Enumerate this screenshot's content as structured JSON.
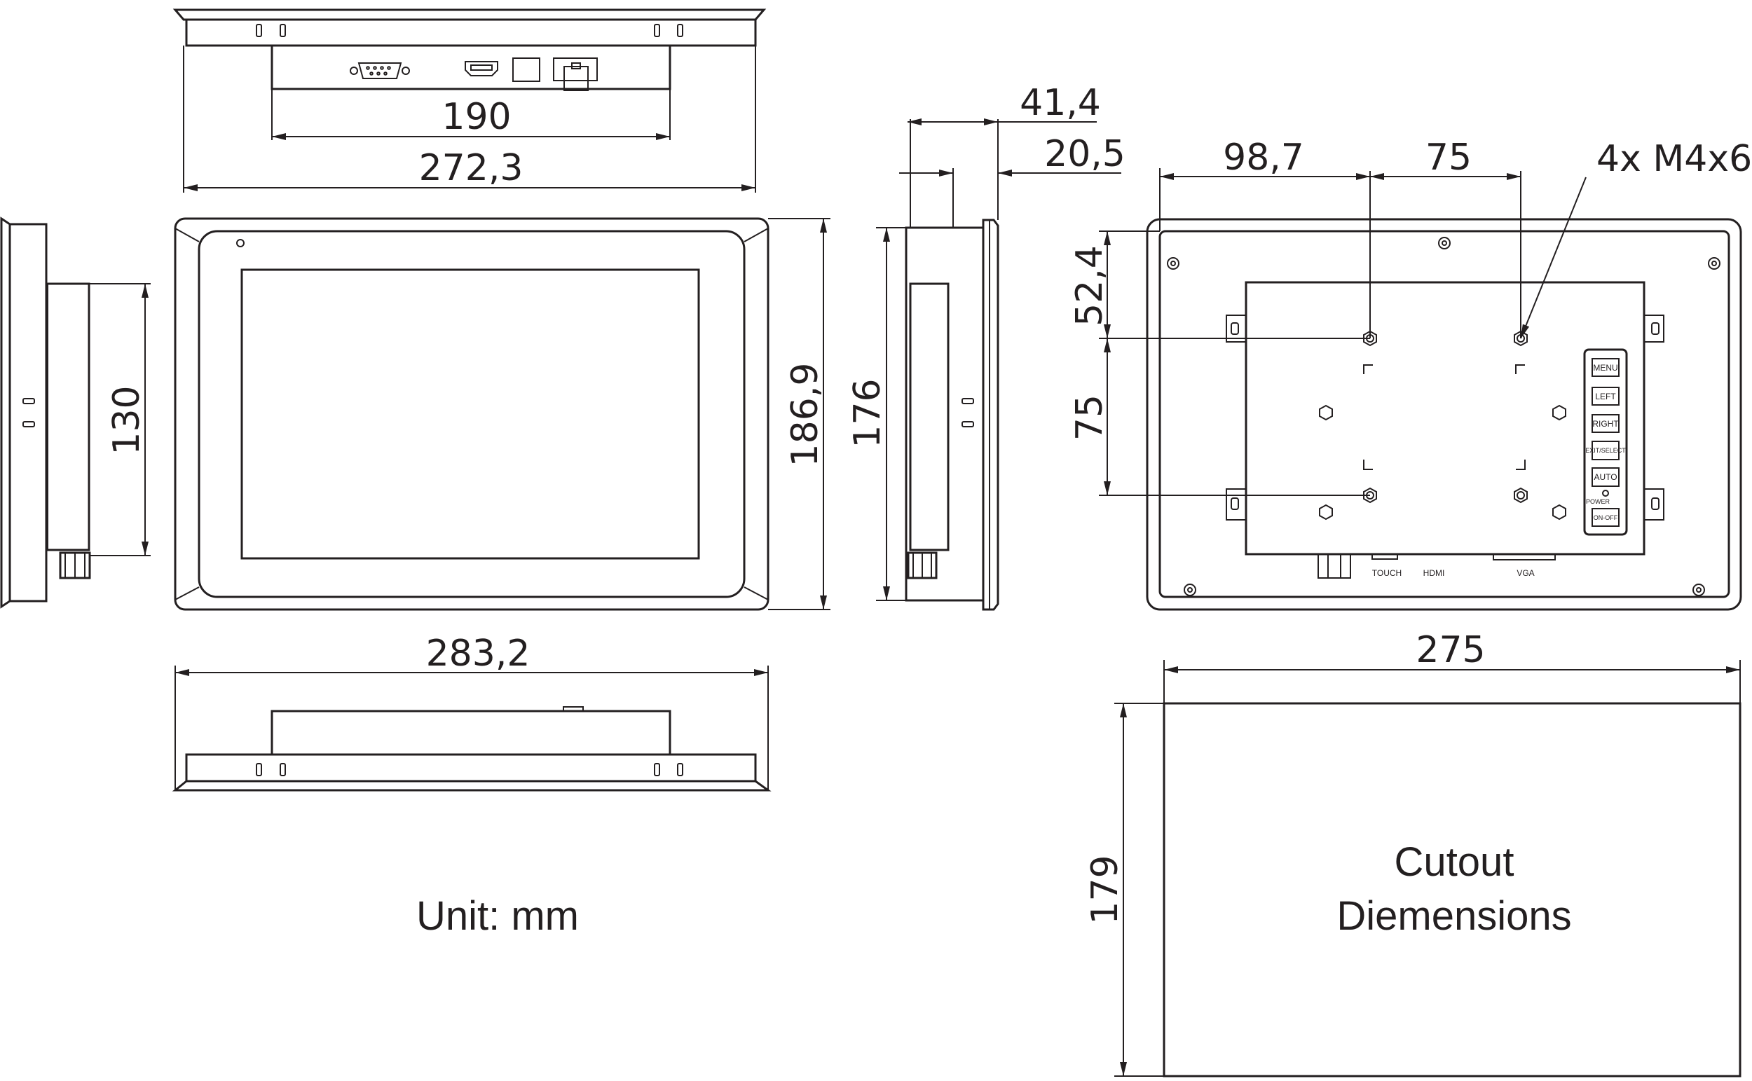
{
  "drawing": {
    "unit_label": "Unit: mm",
    "cutout_label_line1": "Cutout",
    "cutout_label_line2": "Diemensions"
  },
  "dimensions": {
    "top_width_overall": "272,3",
    "top_width_rear": "190",
    "side_depth_total": "41,4",
    "side_depth_front": "20,5",
    "left_height_rear": "130",
    "front_height_overall": "186,9",
    "front_height_inner": "176",
    "bottom_width_overall": "283,2",
    "rear_hole_offset_x": "98,7",
    "rear_hole_spacing_x": "75",
    "rear_hole_offset_y": "52,4",
    "rear_hole_spacing_y": "75",
    "mount_screws": "4x M4x6",
    "cutout_width": "275",
    "cutout_height": "179"
  },
  "rear_panel": {
    "buttons": [
      "MENU",
      "LEFT",
      "RIGHT",
      "EXIT/SELECT",
      "AUTO",
      "ON-OFF"
    ],
    "power_label": "POWER",
    "port_labels": [
      "TOUCH",
      "HDMI",
      "VGA"
    ]
  }
}
